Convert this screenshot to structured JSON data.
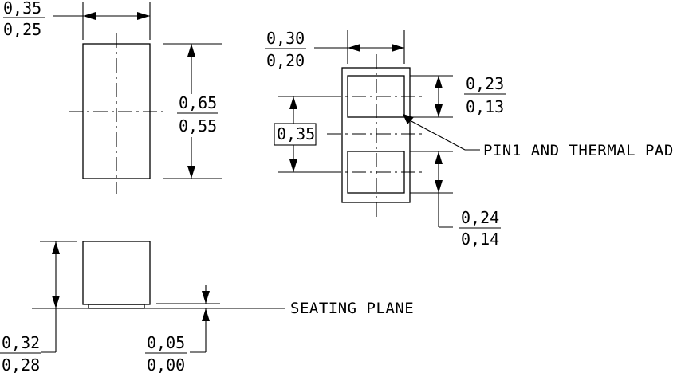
{
  "top_view": {
    "width": {
      "max": "0,35",
      "min": "0,25"
    },
    "length": {
      "max": "0,65",
      "min": "0,55"
    }
  },
  "bottom_view": {
    "pad_width": {
      "max": "0,30",
      "min": "0,20"
    },
    "pad_pitch": "0,35",
    "pad1_length": {
      "max": "0,23",
      "min": "0,13"
    },
    "pad2_length": {
      "max": "0,24",
      "min": "0,14"
    },
    "pad_label": "PIN1 AND THERMAL PAD"
  },
  "side_view": {
    "height": {
      "max": "0,32",
      "min": "0,28"
    },
    "standoff": {
      "max": "0,05",
      "min": "0,00"
    },
    "seating_plane_label": "SEATING PLANE"
  },
  "colors": {
    "line": "#000000",
    "background": "#ffffff"
  }
}
